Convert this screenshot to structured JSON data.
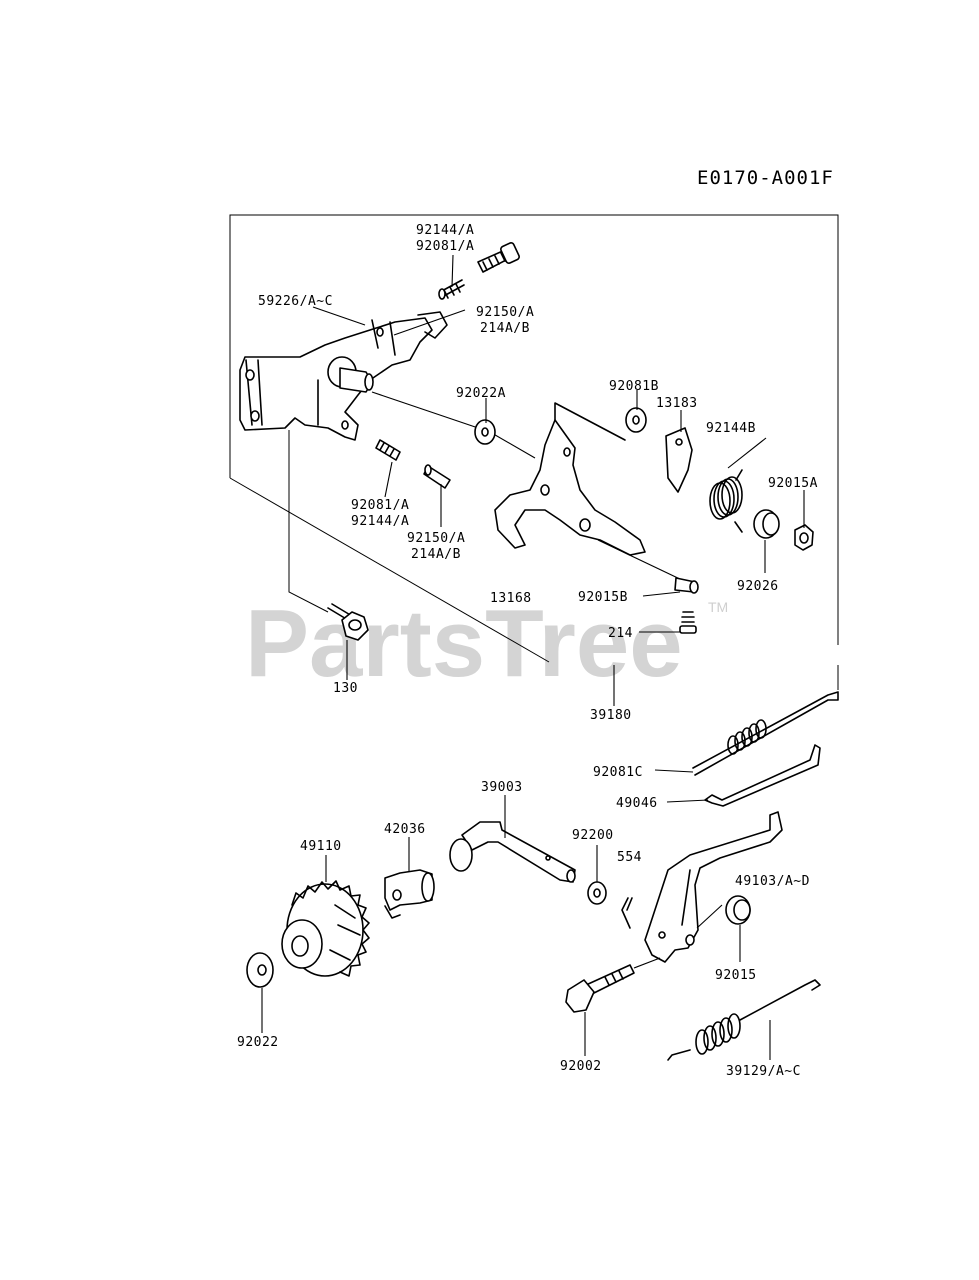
{
  "diagram_id": "E0170-A001F",
  "watermark": "PartsTree",
  "trademark": "TM",
  "labels": {
    "l_92144A_top": "92144/A",
    "l_92081A_top": "92081/A",
    "l_59226": "59226/A~C",
    "l_92150A_top": "92150/A",
    "l_214AB_top": "214A/B",
    "l_92022A": "92022A",
    "l_92081B": "92081B",
    "l_13183": "13183",
    "l_92144B": "92144B",
    "l_92015A": "92015A",
    "l_92081A_mid": "92081/A",
    "l_92144A_mid": "92144/A",
    "l_92150A_mid": "92150/A",
    "l_214AB_mid": "214A/B",
    "l_13168": "13168",
    "l_92015B": "92015B",
    "l_92026": "92026",
    "l_214": "214",
    "l_130": "130",
    "l_39180": "39180",
    "l_92081C": "92081C",
    "l_49046": "49046",
    "l_39003": "39003",
    "l_42036": "42036",
    "l_49110": "49110",
    "l_92200": "92200",
    "l_554": "554",
    "l_49103": "49103/A~D",
    "l_92015": "92015",
    "l_92022": "92022",
    "l_92002": "92002",
    "l_39129": "39129/A~C"
  }
}
